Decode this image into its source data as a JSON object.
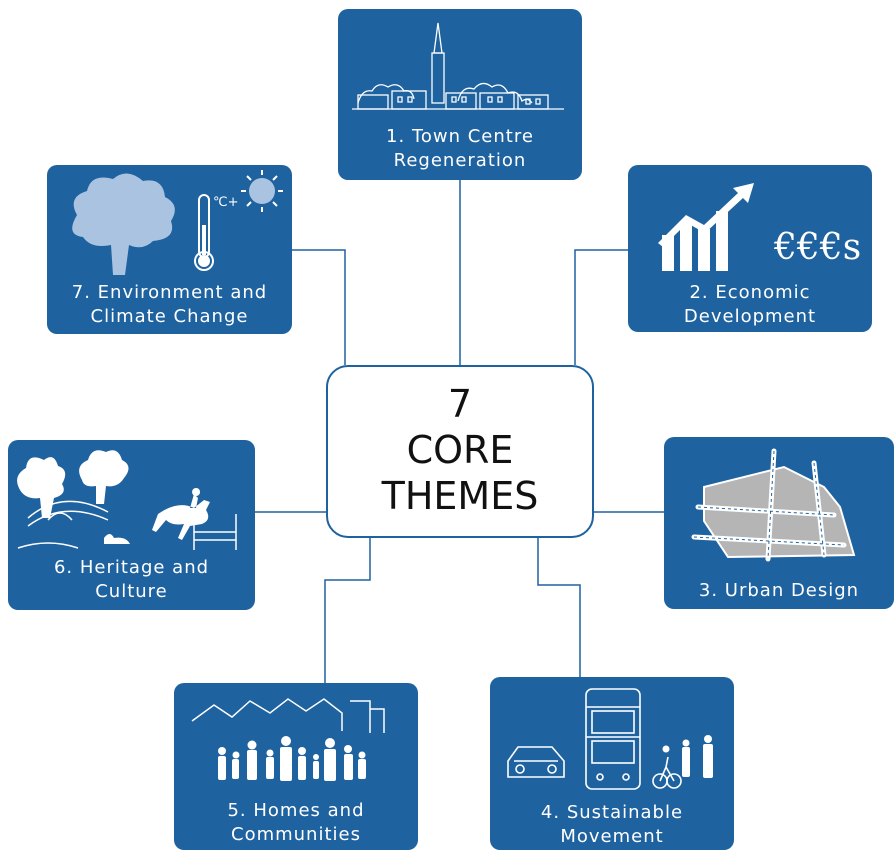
{
  "center": {
    "line1": "7",
    "line2": "CORE",
    "line3": "THEMES"
  },
  "themes": [
    {
      "id": 1,
      "line1": "1. Town Centre",
      "line2": "Regeneration"
    },
    {
      "id": 2,
      "line1": "2. Economic",
      "line2": "Development",
      "art_text": "€€€s"
    },
    {
      "id": 3,
      "line1": "3. Urban Design"
    },
    {
      "id": 4,
      "line1": "4. Sustainable",
      "line2": "Movement"
    },
    {
      "id": 5,
      "line1": "5. Homes and",
      "line2": "Communities"
    },
    {
      "id": 6,
      "line1": "6. Heritage and",
      "line2": "Culture"
    },
    {
      "id": 7,
      "line1": "7. Environment and",
      "line2": "Climate Change",
      "art_text": "℃+"
    }
  ],
  "colors": {
    "box": "#1e62a0",
    "connector": "#1e62a0",
    "center_fill": "#ffffff",
    "icon": "#ffffff"
  }
}
